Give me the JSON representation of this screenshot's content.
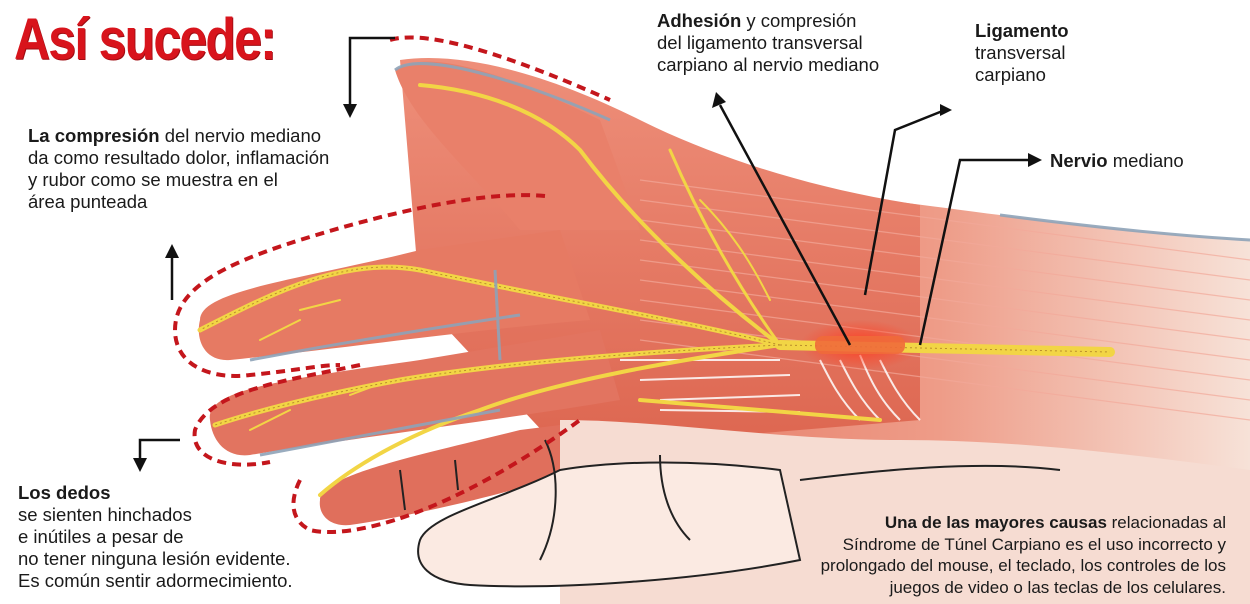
{
  "title": "Así sucede:",
  "annotations": {
    "adhesion": {
      "bold": "Adhesión",
      "lines": [
        " y compresión",
        "del ligamento transversal",
        "carpiano al nervio mediano"
      ]
    },
    "ligamento": {
      "bold": "Ligamento",
      "lines": [
        "transversal",
        "carpiano"
      ]
    },
    "nervio": {
      "bold": "Nervio",
      "lines": [
        " mediano"
      ]
    },
    "compresion": {
      "bold": "La compresión",
      "lines": [
        " del nervio mediano",
        "da como resultado dolor, inflamación",
        "y rubor como se muestra en el",
        "área punteada"
      ]
    },
    "dedos": {
      "bold": "Los dedos",
      "lines": [
        "se sienten hinchados",
        "e inútiles a pesar de",
        "no tener ninguna lesión evidente.",
        "Es común sentir adormecimiento."
      ]
    },
    "causas": {
      "bold": "Una de las mayores causas",
      "lines": [
        " relacionadas al",
        "Síndrome de Túnel Carpiano es el uso incorrecto y",
        "prolongado del mouse, el teclado, los controles de los",
        "juegos de video o las teclas de los celulares."
      ]
    }
  },
  "colors": {
    "title": "#d8141c",
    "skin": "#e8806a",
    "nerve": "#f2d545",
    "dotted_outline": "#c4161c"
  }
}
